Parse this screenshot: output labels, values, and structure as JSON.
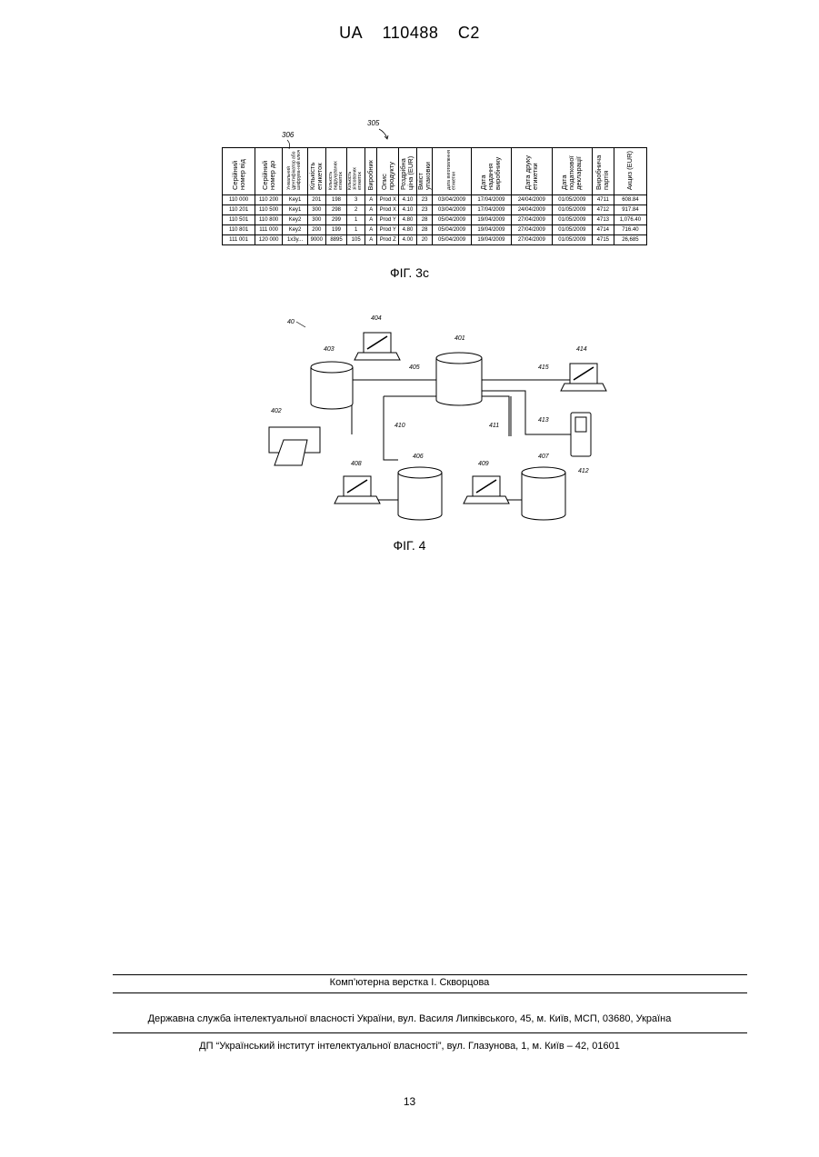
{
  "header": {
    "country": "UA",
    "number": "110488",
    "kind": "C2"
  },
  "fig3c": {
    "ref_table": "305",
    "ref_column": "306",
    "caption": "ФІГ. 3с",
    "columns": [
      "Серійний номер від",
      "Серійний номер до",
      "Унікальний ідентифікатор або шифрува-ний ключ",
      "Кількість етикеток",
      "Кількість видрукуваних етикеток",
      "Кількість зіпсованих етикеток",
      "Виробник",
      "Опис продукту",
      "Роздрібна ціна (EUR)",
      "Вміст упаковки",
      "Дата виготовлення етикетки",
      "Дата надання виробнику",
      "Дата друку етикетки",
      "Дата податкової декларації",
      "Виробнича партія",
      "Акциз (EUR)"
    ],
    "rows": [
      [
        "110 000",
        "110 200",
        "Key1",
        "201",
        "198",
        "3",
        "A",
        "Prod X",
        "4.10",
        "23",
        "03/04/2009",
        "17/04/2009",
        "24/04/2009",
        "01/05/2009",
        "4711",
        "608.84"
      ],
      [
        "110 201",
        "110 500",
        "Key1",
        "300",
        "298",
        "2",
        "A",
        "Prod X",
        "4.10",
        "23",
        "03/04/2009",
        "17/04/2009",
        "24/04/2009",
        "01/05/2009",
        "4712",
        "917.84"
      ],
      [
        "110 501",
        "110 800",
        "Key2",
        "300",
        "299",
        "1",
        "A",
        "Prod Y",
        "4.80",
        "28",
        "05/04/2009",
        "19/04/2009",
        "27/04/2009",
        "01/05/2009",
        "4713",
        "1,076.40"
      ],
      [
        "110 801",
        "111 000",
        "Key2",
        "200",
        "199",
        "1",
        "A",
        "Prod Y",
        "4.80",
        "28",
        "05/04/2009",
        "19/04/2009",
        "27/04/2009",
        "01/05/2009",
        "4714",
        "716.40"
      ],
      [
        "111 001",
        "120 000",
        "1x3y...",
        "9000",
        "8895",
        "105",
        "A",
        "Prod Z",
        "4.00",
        "20",
        "05/04/2009",
        "19/04/2009",
        "27/04/2009",
        "01/05/2009",
        "4715",
        "26,685"
      ]
    ]
  },
  "fig4": {
    "caption": "ФІГ. 4",
    "labels": {
      "system": "40",
      "db_main": "401",
      "printer": "402",
      "db_left": "403",
      "laptop_top": "404",
      "line_top": "405",
      "db_center": "406",
      "db_right": "407",
      "laptop_left": "408",
      "laptop_center": "409",
      "line_left": "410",
      "line_right": "411",
      "device": "412",
      "line_device": "413",
      "laptop_right": "414",
      "line_laptop_right": "415"
    }
  },
  "footer": {
    "layout_credit": "Комп’ютерна верстка І. Скворцова",
    "office": "Державна служба інтелектуальної власності України, вул. Василя Липківського, 45, м. Київ, МСП, 03680, Україна",
    "institute": "ДП “Український інститут інтелектуальної власності”, вул. Глазунова, 1, м. Київ – 42, 01601",
    "page_number": "13"
  }
}
